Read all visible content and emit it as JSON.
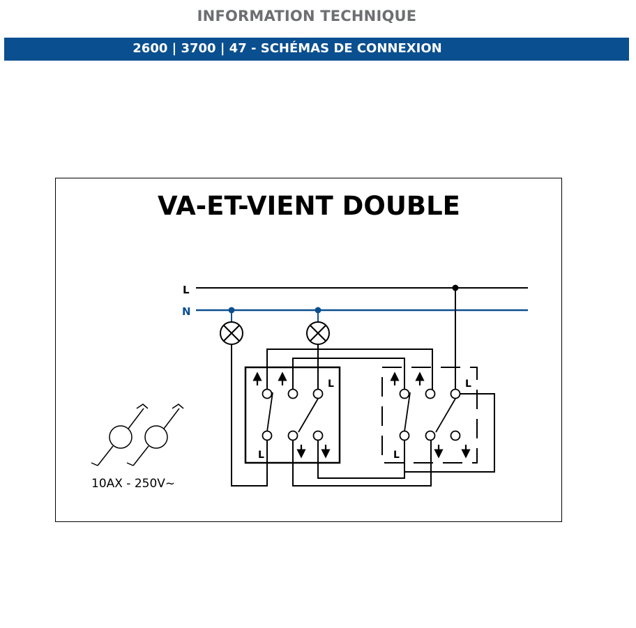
{
  "header": {
    "title": "INFORMATION TECHNIQUE",
    "subtitle": "2600 | 3700 | 47 - SCHÉMAS DE CONNEXION"
  },
  "diagram": {
    "title": "VA-ET-VIENT DOUBLE",
    "line_label": "L",
    "neutral_label": "N",
    "switch1_common_top": "L",
    "switch1_common_bottom": "L",
    "switch2_common_top": "L",
    "switch2_common_bottom": "L",
    "rating": "10AX - 250V~"
  },
  "colors": {
    "banner": "#0a4f8f",
    "header_text": "#6d6e71",
    "neutral_line": "#0a4f8f",
    "line": "#000000"
  }
}
